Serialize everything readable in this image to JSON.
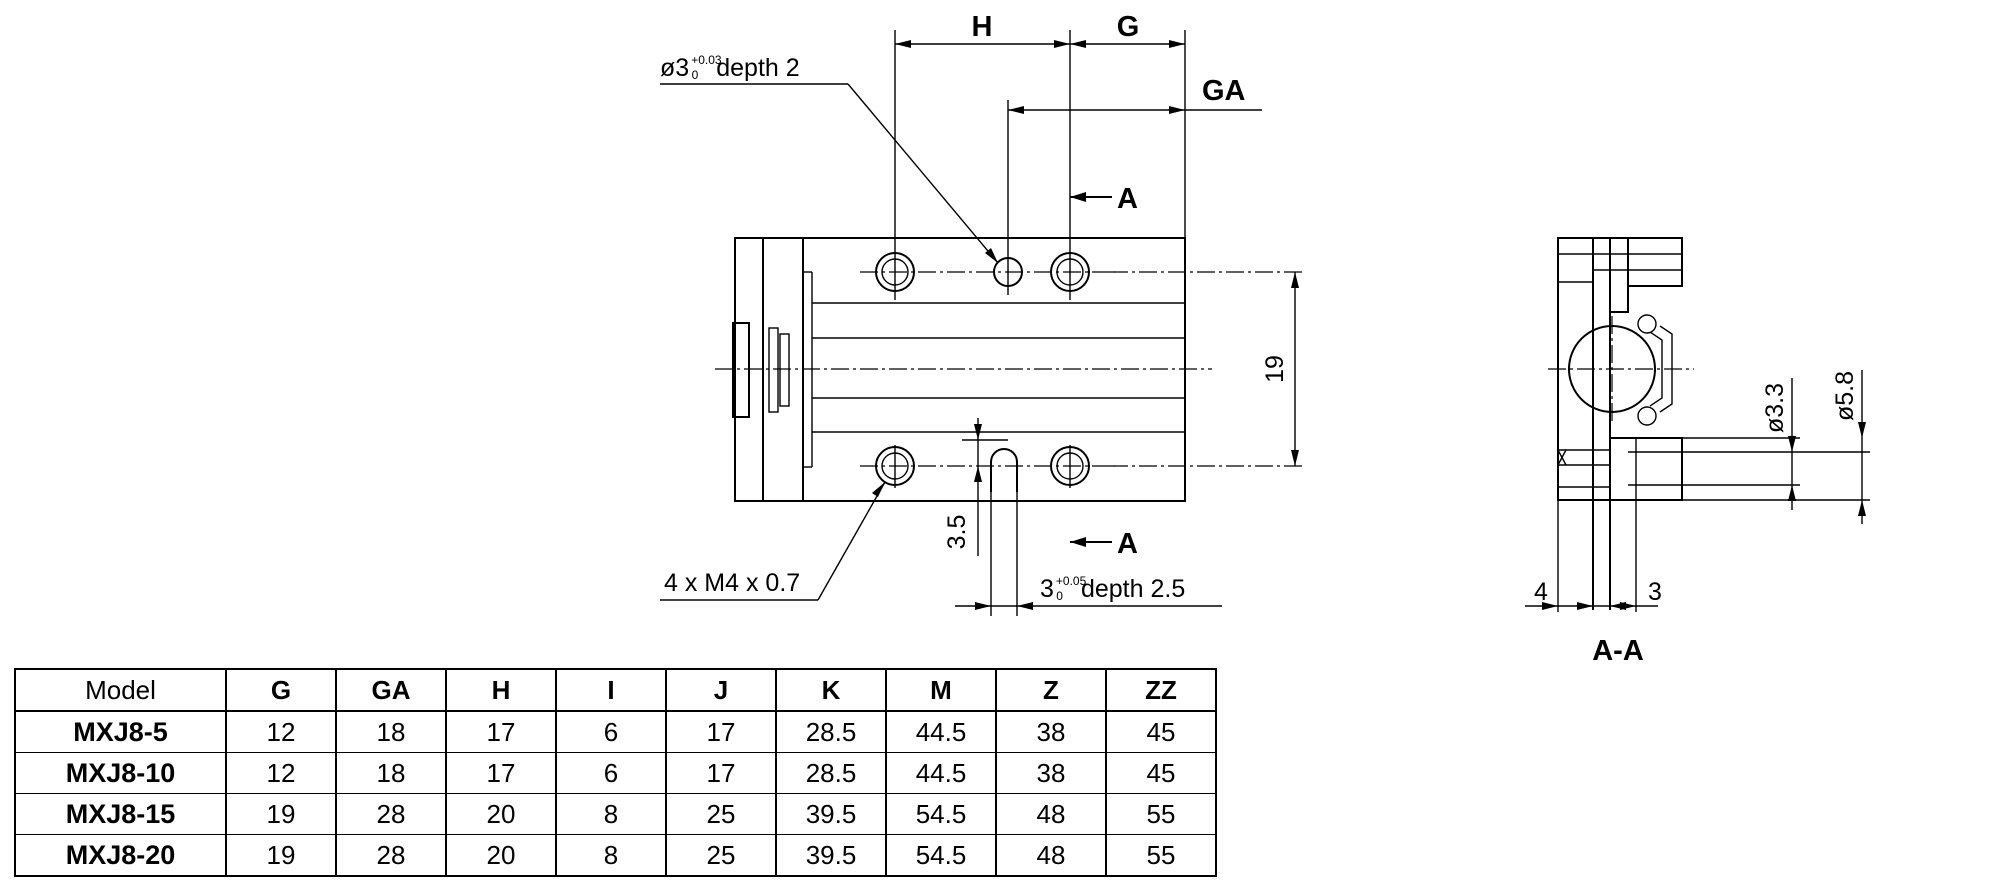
{
  "main_view": {
    "dim_h": "H",
    "dim_g": "G",
    "dim_ga": "GA",
    "section_a_top": "A",
    "section_a_bottom": "A",
    "dim_19": "19",
    "dim_3_5": "3.5",
    "pin_hole": {
      "prefix": "ø3",
      "tol_upper": "+0.03",
      "tol_lower": "0",
      "suffix": "depth 2"
    },
    "thread_label": "4 x M4 x 0.7",
    "slot": {
      "prefix": "3",
      "tol_upper": "+0.05",
      "tol_lower": "0",
      "suffix": "depth 2.5"
    }
  },
  "section_view": {
    "title": "A-A",
    "dim_33": "ø3.3",
    "dim_58": "ø5.8",
    "dim_4": "4",
    "dim_3": "3"
  },
  "table": {
    "headers": [
      "Model",
      "G",
      "GA",
      "H",
      "I",
      "J",
      "K",
      "M",
      "Z",
      "ZZ"
    ],
    "rows": [
      {
        "model": "MXJ8-5",
        "cells": [
          "12",
          "18",
          "17",
          "6",
          "17",
          "28.5",
          "44.5",
          "38",
          "45"
        ]
      },
      {
        "model": "MXJ8-10",
        "cells": [
          "12",
          "18",
          "17",
          "6",
          "17",
          "28.5",
          "44.5",
          "38",
          "45"
        ]
      },
      {
        "model": "MXJ8-15",
        "cells": [
          "19",
          "28",
          "20",
          "8",
          "25",
          "39.5",
          "54.5",
          "48",
          "55"
        ]
      },
      {
        "model": "MXJ8-20",
        "cells": [
          "19",
          "28",
          "20",
          "8",
          "25",
          "39.5",
          "54.5",
          "48",
          "55"
        ]
      }
    ]
  }
}
